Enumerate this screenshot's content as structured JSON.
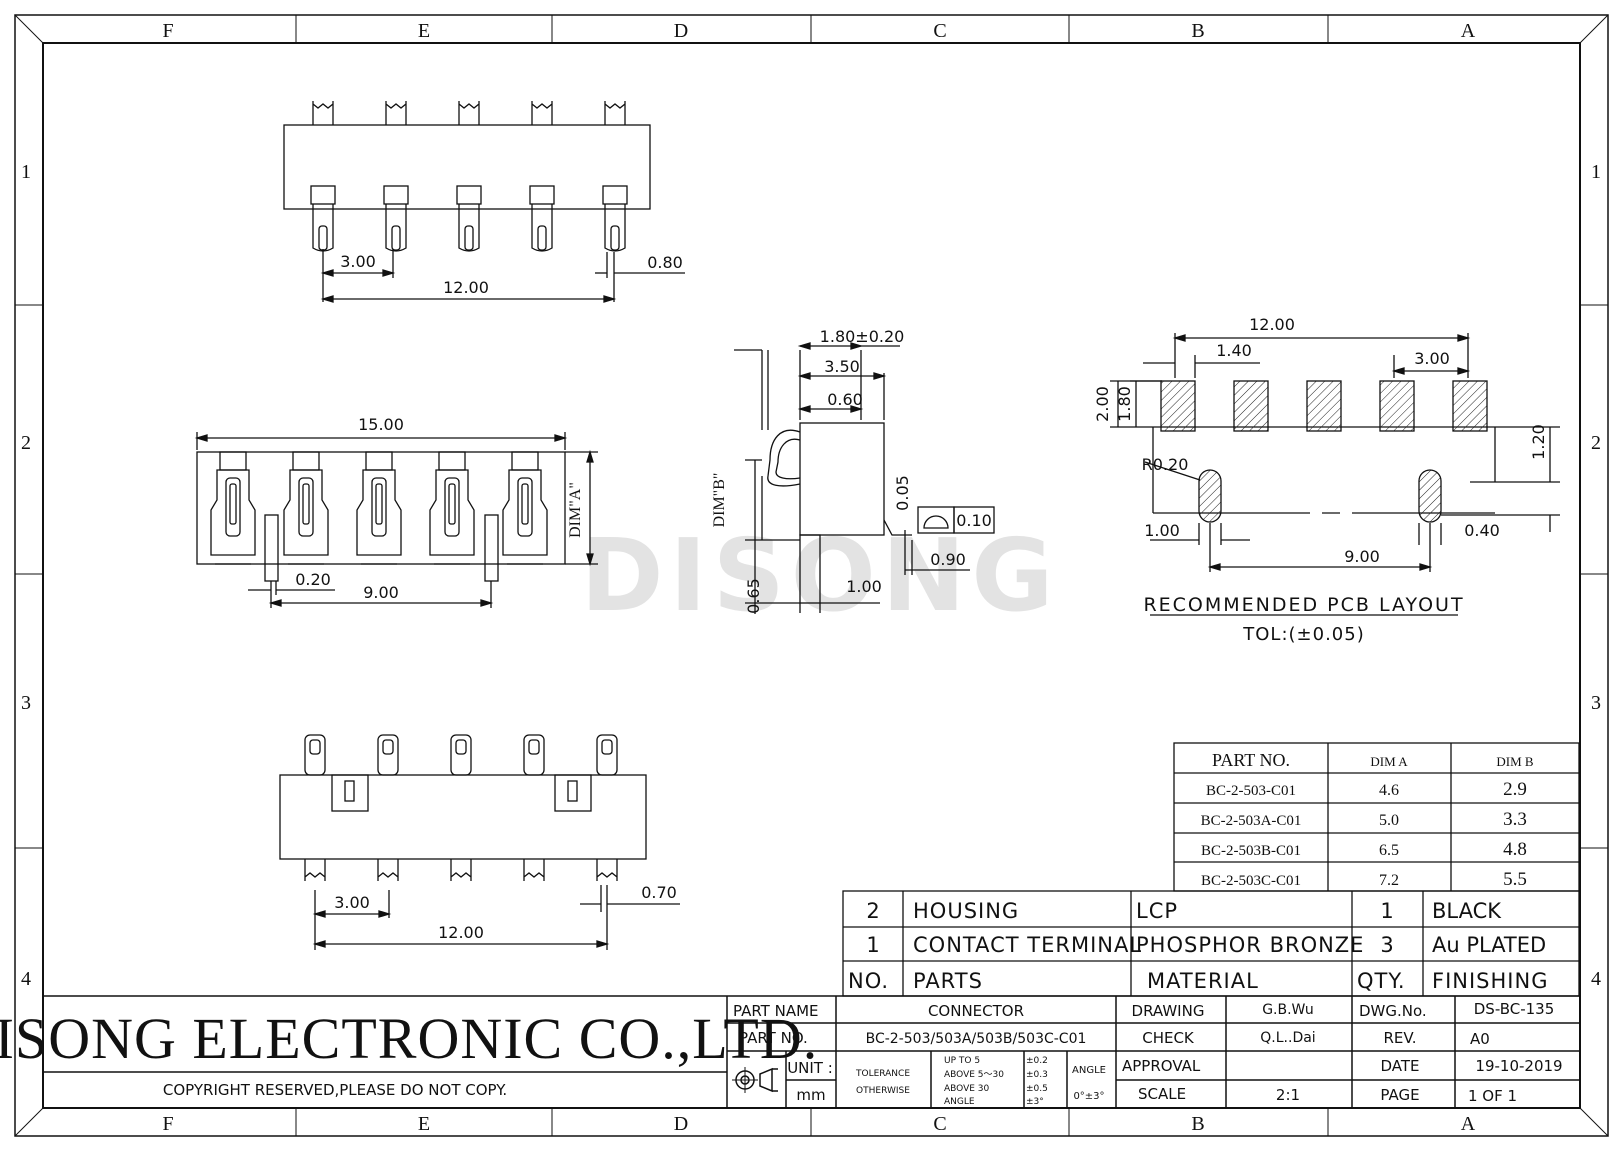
{
  "zones": {
    "cols": [
      "F",
      "E",
      "D",
      "C",
      "B",
      "A"
    ],
    "rows": [
      "1",
      "2",
      "3",
      "4"
    ]
  },
  "watermark": "DISONG",
  "views": {
    "top": {
      "pitch": "3.00",
      "span": "12.00",
      "pin_w": "0.80"
    },
    "front": {
      "width": "15.00",
      "dim_a": "DIM\"A\"",
      "gap": "0.20",
      "peg_span": "9.00"
    },
    "side": {
      "d1": "1.80±0.20",
      "d2": "3.50",
      "d3": "0.60",
      "dim_b": "DIM\"B\"",
      "d4": "0.05",
      "flat_tol": "0.10",
      "d5": "0.90",
      "d6": "1.00",
      "d7": "0.65"
    },
    "bottom": {
      "pitch": "3.00",
      "span": "12.00",
      "pin_w": "0.70"
    },
    "pcb": {
      "span": "12.00",
      "d_140": "1.40",
      "pitch": "3.00",
      "h200": "2.00",
      "h180": "1.80",
      "r020": "R0.20",
      "d120": "1.20",
      "d100": "1.00",
      "d040": "0.40",
      "d900": "9.00",
      "title": "RECOMMENDED PCB LAYOUT",
      "tol": "TOL:(±0.05)"
    }
  },
  "dim_table": {
    "headers": [
      "PART NO.",
      "DIM A",
      "DIM B"
    ],
    "rows": [
      [
        "BC-2-503-C01",
        "4.6",
        "2.9"
      ],
      [
        "BC-2-503A-C01",
        "5.0",
        "3.3"
      ],
      [
        "BC-2-503B-C01",
        "6.5",
        "4.8"
      ],
      [
        "BC-2-503C-C01",
        "7.2",
        "5.5"
      ]
    ]
  },
  "bom": {
    "rows": [
      [
        "2",
        "HOUSING",
        "LCP",
        "1",
        "BLACK"
      ],
      [
        "1",
        "CONTACT TERMINAL",
        "PHOSPHOR BRONZE",
        "3",
        "Au PLATED"
      ]
    ],
    "header": [
      "NO.",
      "PARTS",
      "MATERIAL",
      "QTY.",
      "FINISHING"
    ]
  },
  "title_block": {
    "company": "DISONG ELECTRONIC CO.,LTD.",
    "copyright": "COPYRIGHT RESERVED,PLEASE DO NOT COPY.",
    "part_name_label": "PART NAME",
    "part_name": "CONNECTOR",
    "part_no_label": "PART NO.",
    "part_no": "BC-2-503/503A/503B/503C-C01",
    "unit_label": "UNIT :",
    "unit": "mm",
    "tolerance_1": "TOLERANCE",
    "tolerance_2": "OTHERWISE",
    "tol_r1": "UP TO 5",
    "tol_v1": "±0.2",
    "tol_r2": "ABOVE 5～30",
    "tol_v2": "±0.3",
    "tol_r3": "ABOVE 30",
    "tol_v3": "±0.5",
    "tol_r4": "ANGLE",
    "tol_v4": "±3°",
    "angle_label": "ANGLE",
    "angle_val": "0°±3°",
    "drawing_label": "DRAWING",
    "drawing": "G.B.Wu",
    "check_label": "CHECK",
    "check": "Q.L..Dai",
    "approval_label": "APPROVAL",
    "scale_label": "SCALE",
    "scale": "2:1",
    "dwg_label": "DWG.No.",
    "dwg": "DS-BC-135",
    "rev_label": "REV.",
    "rev": "A0",
    "date_label": "DATE",
    "date": "19-10-2019",
    "page_label": "PAGE",
    "page": "1 OF 1"
  }
}
